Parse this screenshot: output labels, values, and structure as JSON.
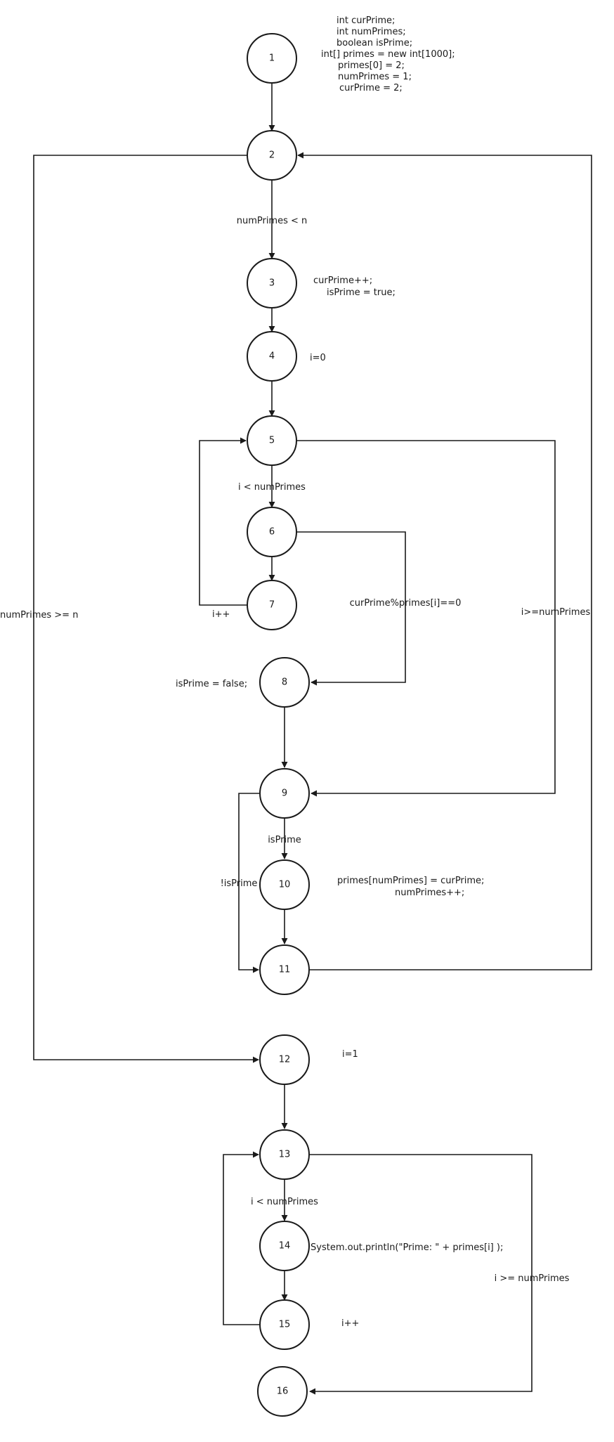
{
  "nodes": [
    {
      "id": "1",
      "label": "1"
    },
    {
      "id": "2",
      "label": "2"
    },
    {
      "id": "3",
      "label": "3"
    },
    {
      "id": "4",
      "label": "4"
    },
    {
      "id": "5",
      "label": "5"
    },
    {
      "id": "6",
      "label": "6"
    },
    {
      "id": "7",
      "label": "7"
    },
    {
      "id": "8",
      "label": "8"
    },
    {
      "id": "9",
      "label": "9"
    },
    {
      "id": "10",
      "label": "10"
    },
    {
      "id": "11",
      "label": "11"
    },
    {
      "id": "12",
      "label": "12"
    },
    {
      "id": "13",
      "label": "13"
    },
    {
      "id": "14",
      "label": "14"
    },
    {
      "id": "15",
      "label": "15"
    },
    {
      "id": "16",
      "label": "16"
    }
  ],
  "annotations": {
    "n1": [
      "int curPrime;",
      "int numPrimes;",
      "boolean isPrime;",
      "int[] primes = new int[1000];",
      "primes[0] = 2;",
      "numPrimes = 1;",
      "curPrime = 2;"
    ],
    "n3": [
      "curPrime++;",
      "isPrime = true;"
    ],
    "n4": "i=0",
    "n8": "isPrime = false;",
    "n10": [
      "primes[numPrimes] = curPrime;",
      "numPrimes++;"
    ],
    "n12": "i=1",
    "n14": "System.out.println(\"Prime: \" + primes[i] );",
    "n15": "i++"
  },
  "edge_labels": {
    "e2_3": "numPrimes < n",
    "e2_12": "numPrimes >= n",
    "e5_6": "i < numPrimes",
    "e7_5": "i++",
    "e6_8": "curPrime%primes[i]==0",
    "e5_9": "i>=numPrimes",
    "e9_10": "isPrime",
    "e9_11": "!isPrime",
    "e13_14": "i < numPrimes",
    "e13_16": "i >= numPrimes"
  }
}
